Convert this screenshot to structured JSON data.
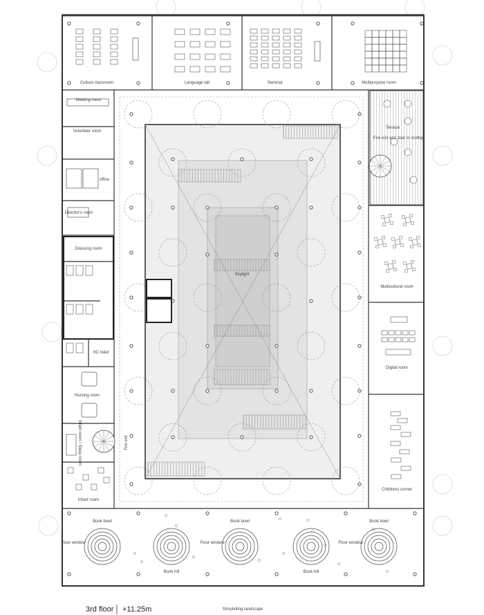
{
  "plan": {
    "floor_label": "3rd floor",
    "elevation": "+11.25m",
    "caption": "Storytelling landscape"
  },
  "rooms": {
    "culture_classroom": "Culture classroom",
    "language_lab": "Language lab",
    "seminar": "Seminar",
    "multipurpose": "Multipurpose room",
    "meeting": "Meeting room",
    "volunteer": "Volunteer room",
    "office": "office",
    "directors": "Director's room",
    "dressing": "Dressing room",
    "hc_toilet": "HC toilet",
    "nursing": "Nursing room",
    "infant_sleep": "Infant room / Sleep room",
    "infant": "Infant room",
    "fire_exit_west": "Fire exit",
    "terrace": "Terrace",
    "fire_stair": "Fire exit and stair to rooftop",
    "multicultural": "Multicultural room",
    "digital": "Digital room",
    "childrens_corner": "Childrens corner",
    "skylight": "Skylight"
  },
  "landscape": {
    "book_bowl": "Book bowl",
    "floor_window": "Floor window",
    "book_hill": "Book hill"
  }
}
